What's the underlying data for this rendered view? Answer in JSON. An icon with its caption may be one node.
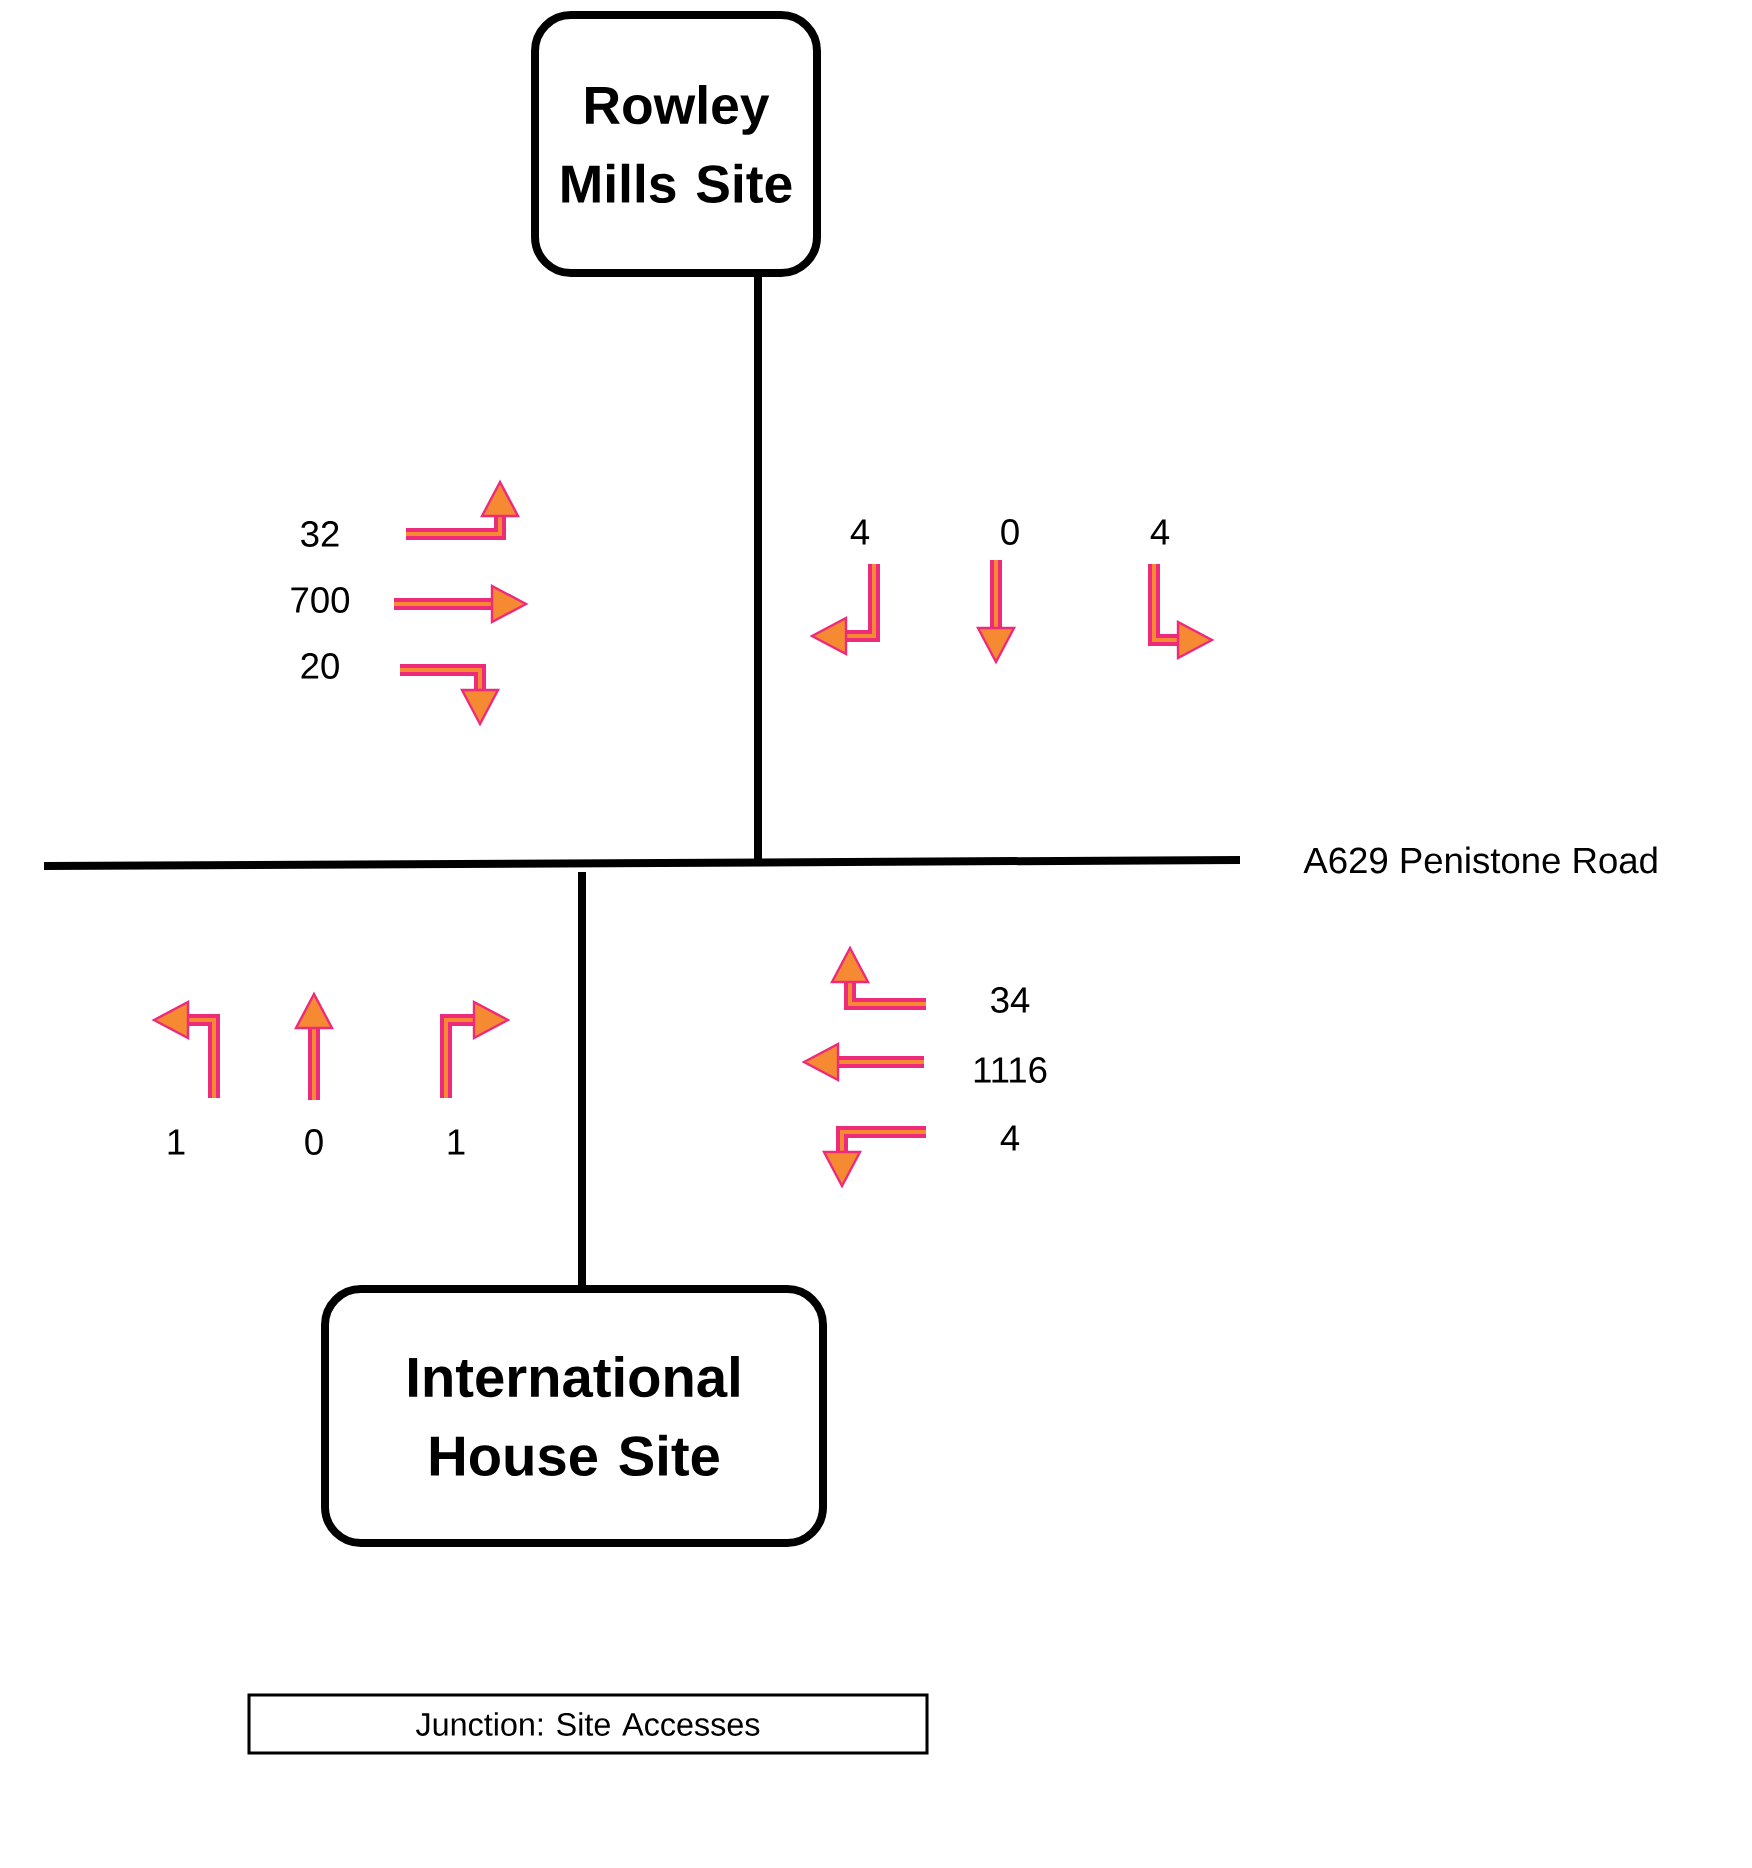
{
  "diagram": {
    "nodes": [
      {
        "text": [
          "Rowley Mills Site"
        ]
      },
      {
        "text": [
          "International House Site"
        ]
      },
      {
        "text": [
          "Junction: Site Accesses"
        ]
      }
    ],
    "edges": [
      {
        "from": 0,
        "to": null,
        "arrow": "none"
      },
      {
        "from": 1,
        "to": null,
        "arrow": "none"
      }
    ],
    "labels": [
      "32",
      "700",
      "20",
      "4",
      "0",
      "4",
      "A629 Penistone Road",
      "34",
      "1116",
      "1",
      "0",
      "1",
      "4"
    ]
  }
}
